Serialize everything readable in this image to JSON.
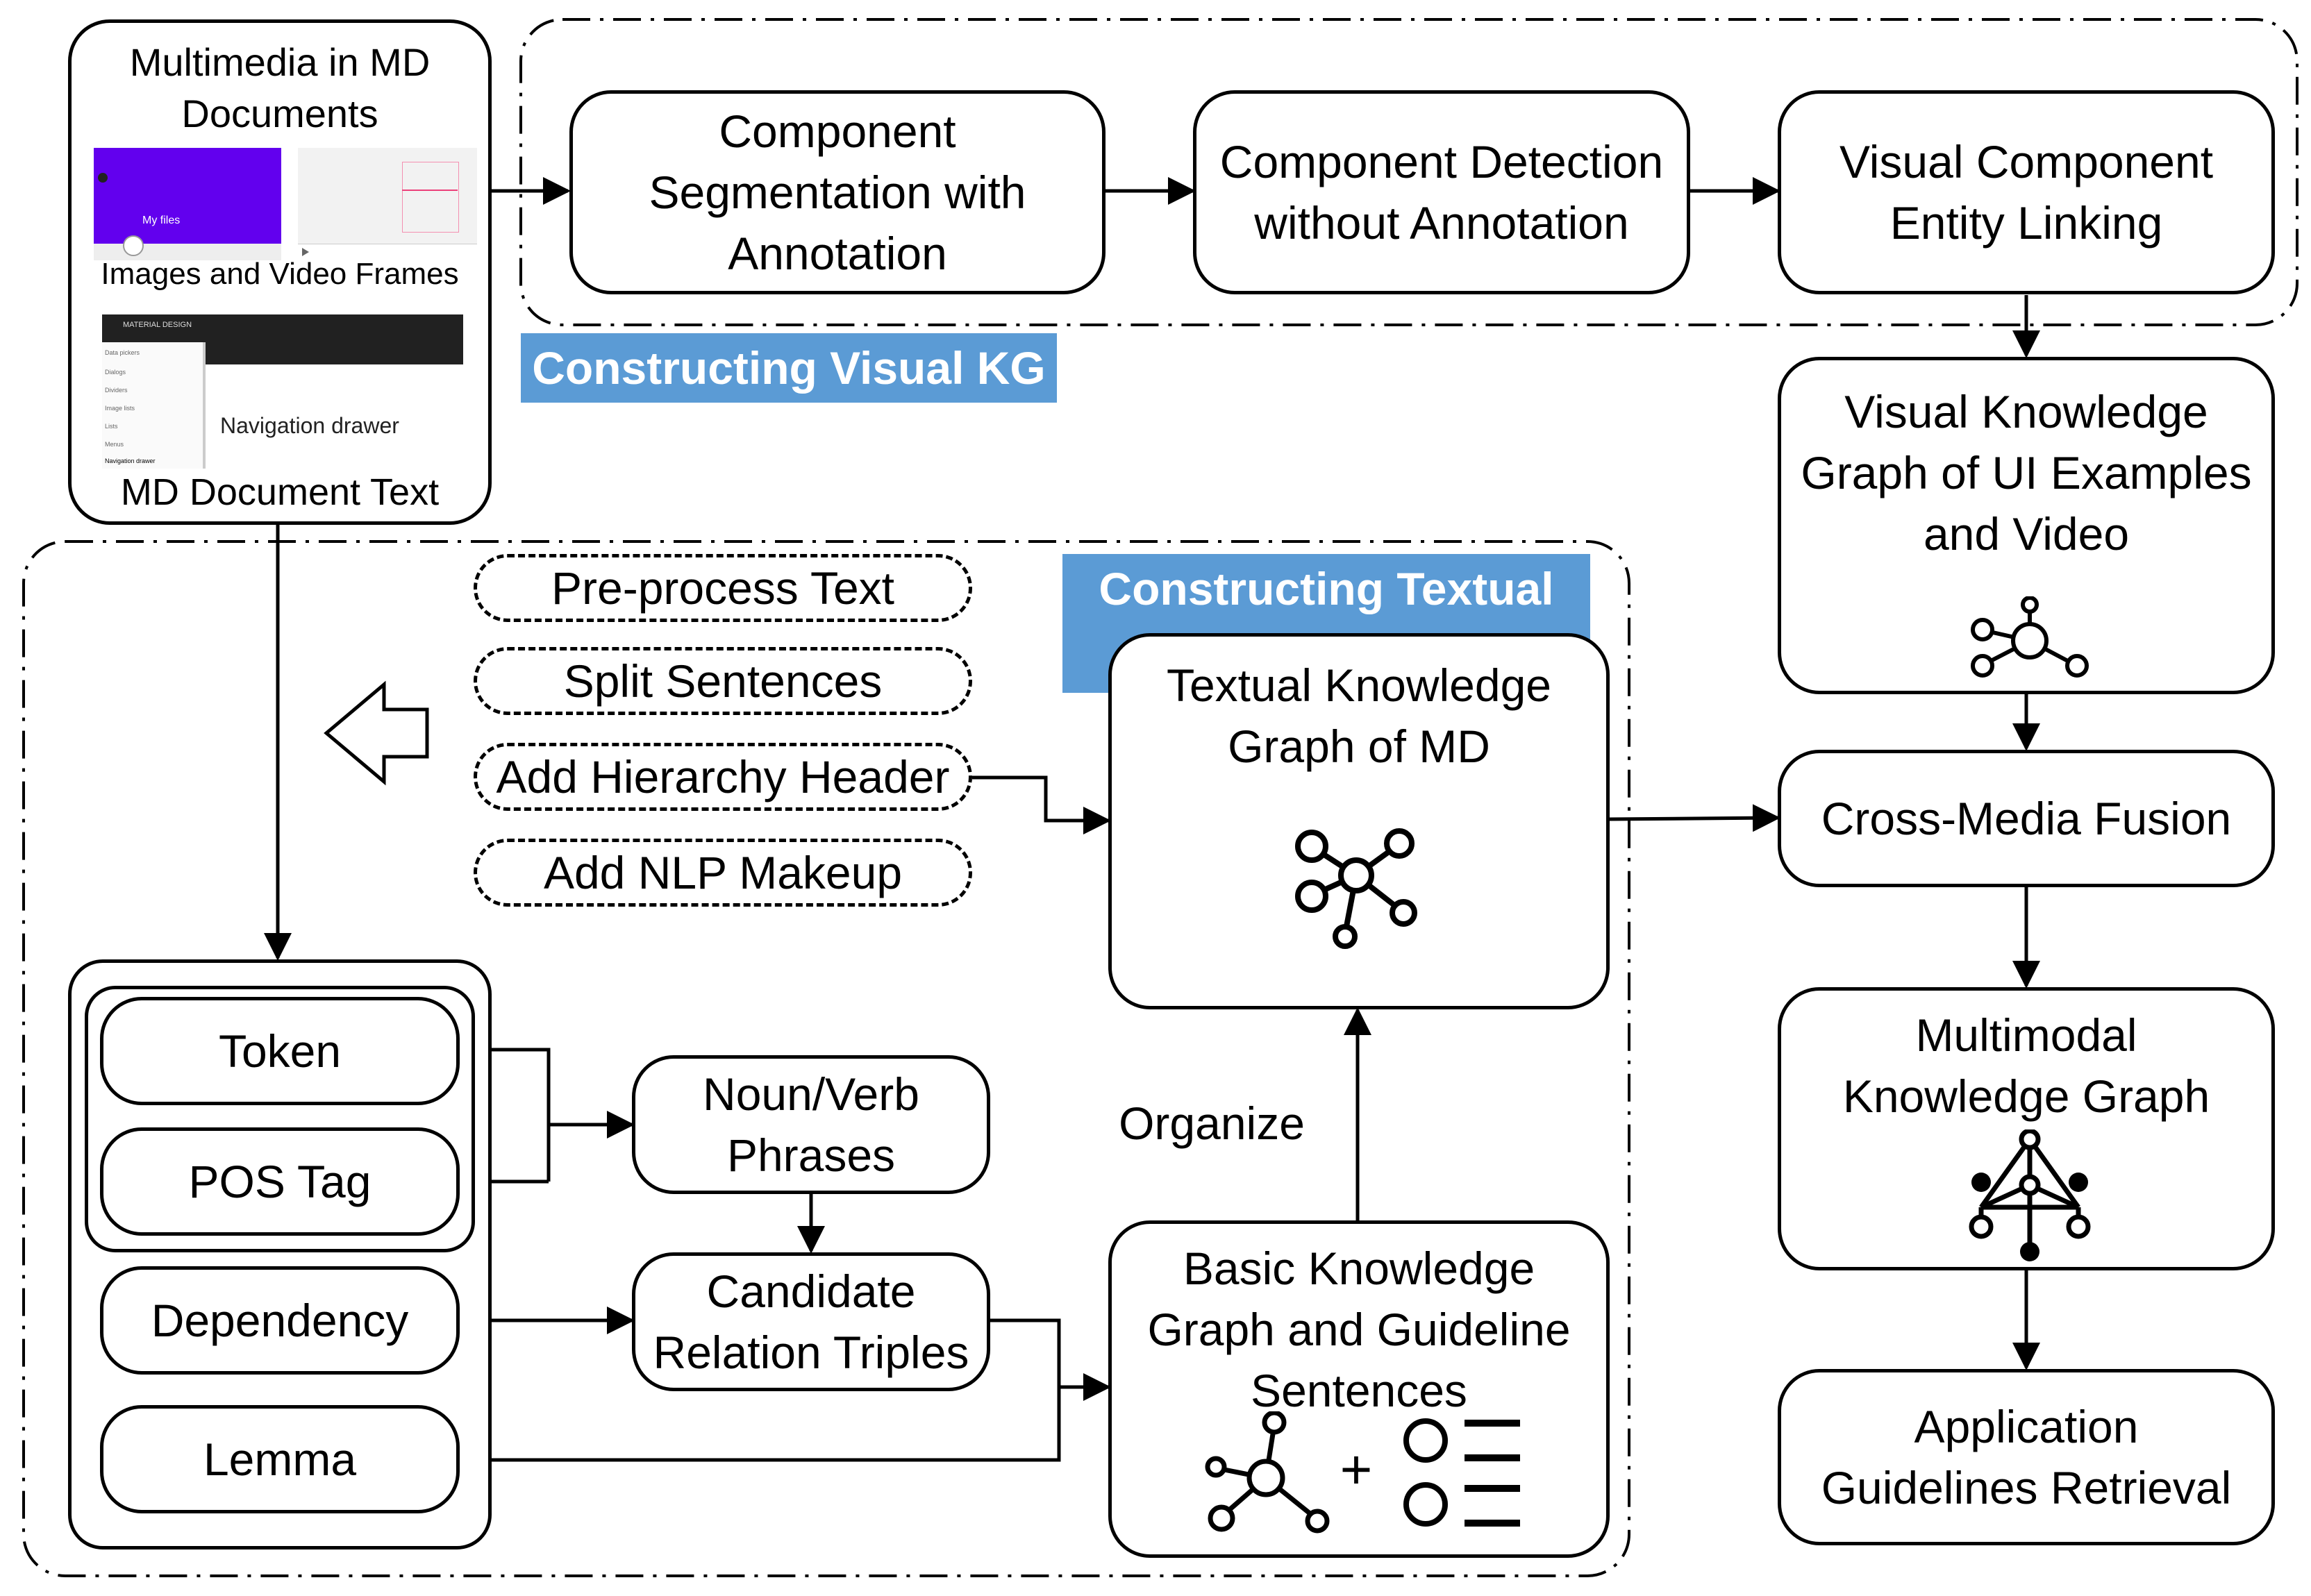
{
  "multimedia": {
    "title": "Multimedia in MD Documents",
    "images_label": "Images and Video Frames",
    "nav_drawer_label": "Navigation drawer",
    "text_label": "MD Document Text",
    "screenshot_files_label": "My files",
    "screenshot_header_label": "MATERIAL DESIGN",
    "screenshot_menu": [
      "Data pickers",
      "Dialogs",
      "Dividers",
      "Image lists",
      "Lists",
      "Menus",
      "Navigation drawer"
    ]
  },
  "visual_kg": {
    "tag": "Constructing Visual KG",
    "step1": "Component Segmentation with Annotation",
    "step2": "Component Detection without Annotation",
    "step3": "Visual Component Entity Linking",
    "result": "Visual Knowledge Graph of UI Examples and Video"
  },
  "textual_kg": {
    "tag": "Constructing Textual KG",
    "preprocess": [
      "Pre-process Text",
      "Split Sentences",
      "Add Hierarchy Header",
      "Add NLP Makeup"
    ],
    "nlp": {
      "token": "Token",
      "pos": "POS Tag",
      "dependency": "Dependency",
      "lemma": "Lemma"
    },
    "phrases": "Noun/Verb Phrases",
    "triples": "Candidate Relation Triples",
    "basic_kg": "Basic Knowledge Graph and Guideline Sentences",
    "organize": "Organize",
    "textual_kg_box": "Textual Knowledge Graph of MD",
    "plus": "+"
  },
  "fusion": {
    "cross_media": "Cross-Media Fusion",
    "multimodal": "Multimodal Knowledge Graph",
    "application": "Application Guidelines Retrieval"
  },
  "colors": {
    "tag_bg": "#5b9bd5",
    "screenshot_purple": "#6200ee",
    "screenshot_dark": "#212121"
  },
  "icons": [
    "graph-icon",
    "list-icon",
    "network-icon",
    "outline-arrow-left-icon"
  ]
}
